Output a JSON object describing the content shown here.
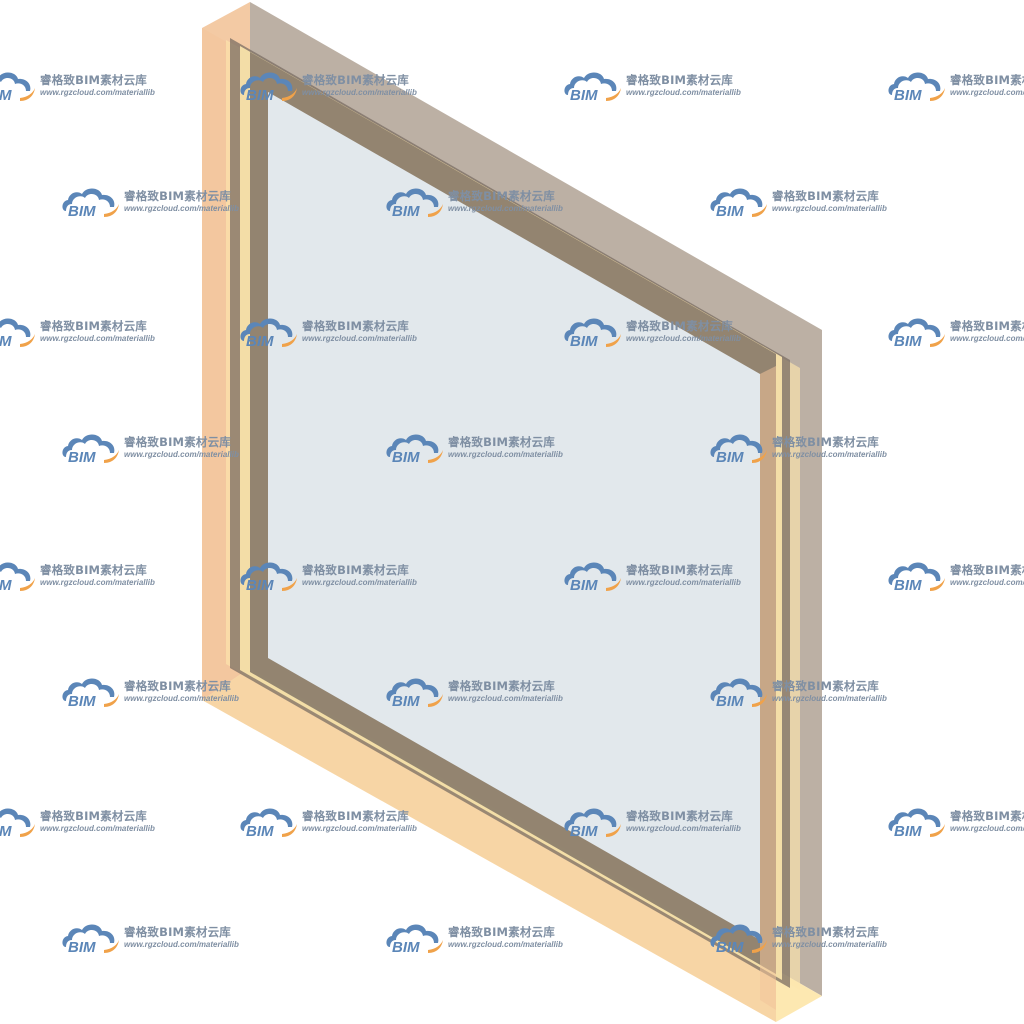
{
  "window_model": {
    "frame_outer_color": "#f2c49a",
    "frame_inner_color": "#fde7ad",
    "frame_back_color": "#a59585",
    "frame_dark_color": "#7b6e63",
    "glass_color": "#e2e8ec"
  },
  "watermark": {
    "cloud_color": "#5b86b8",
    "swoosh_color": "#f0a24a",
    "logo_text": "BIM",
    "brand_text": "睿格致BIM素材云库",
    "url_text": "www.rgzcloud.com/materiallib"
  }
}
